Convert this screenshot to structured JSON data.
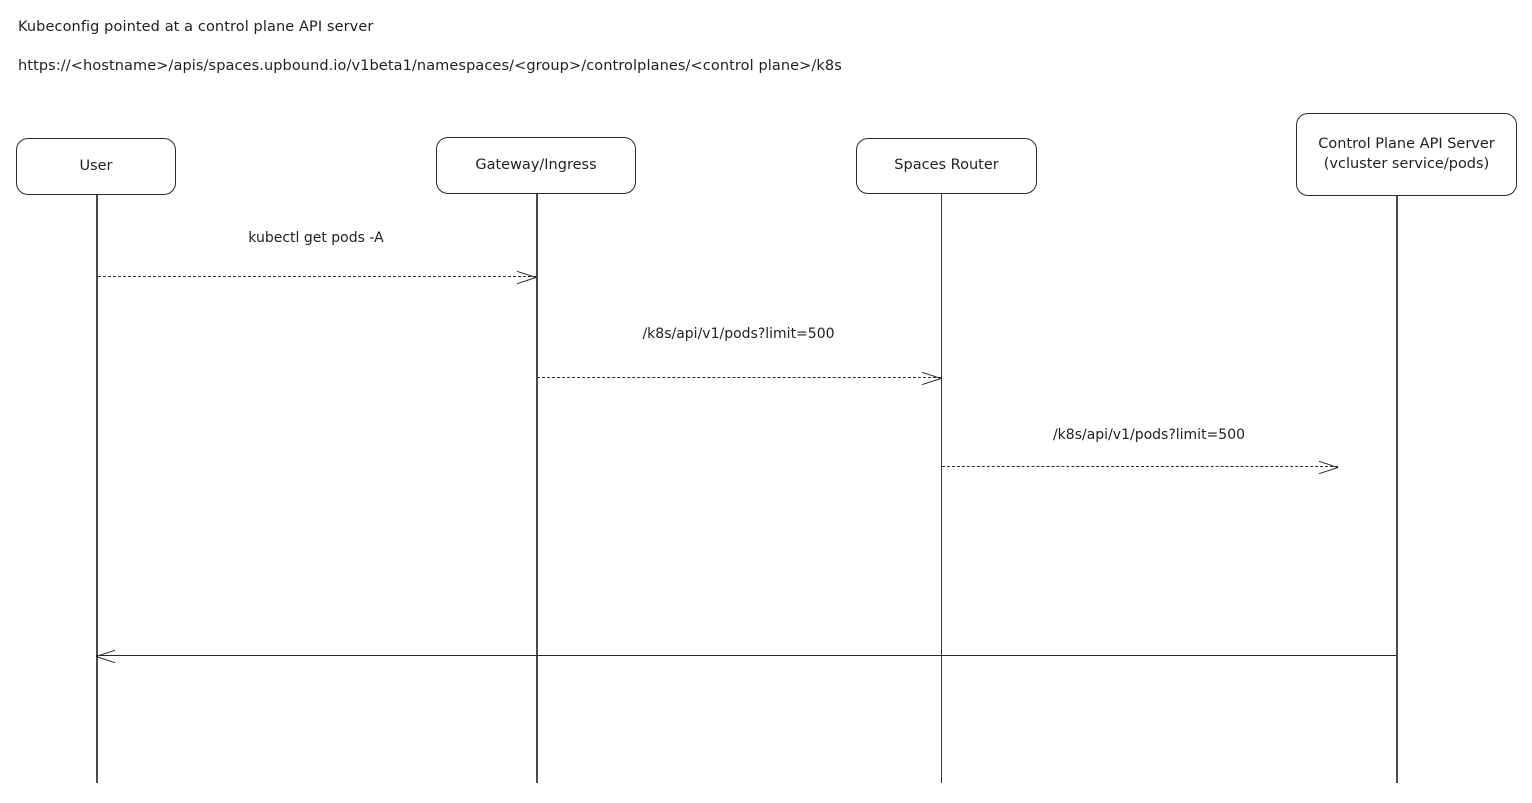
{
  "diagram": {
    "type": "sequence-diagram",
    "header": {
      "title": "Kubeconfig pointed at a control plane API server",
      "url": "https://<hostname>/apis/spaces.upbound.io/v1beta1/namespaces/<group>/controlplanes/<control plane>/k8s"
    },
    "colors": {
      "background": "#ffffff",
      "stroke": "#2b2b2b",
      "lifeline": "#3a3a3a",
      "text": "#1f1f1f"
    },
    "participants": [
      {
        "id": "user",
        "label": "User",
        "label_line2": ""
      },
      {
        "id": "gateway",
        "label": "Gateway/Ingress",
        "label_line2": ""
      },
      {
        "id": "router",
        "label": "Spaces Router",
        "label_line2": ""
      },
      {
        "id": "controlplane",
        "label": "Control Plane API Server",
        "label_line2": "(vcluster service/pods)"
      }
    ],
    "messages": [
      {
        "id": "m1",
        "label": "kubectl get pods -A",
        "from": "user",
        "to": "gateway",
        "style": "dashed",
        "direction": "right"
      },
      {
        "id": "m2",
        "label": "/k8s/api/v1/pods?limit=500",
        "from": "gateway",
        "to": "router",
        "style": "dashed",
        "direction": "right"
      },
      {
        "id": "m3",
        "label": "/k8s/api/v1/pods?limit=500",
        "from": "router",
        "to": "controlplane",
        "style": "dashed",
        "direction": "right"
      },
      {
        "id": "m4",
        "label": "",
        "from": "controlplane",
        "to": "user",
        "style": "solid",
        "direction": "left"
      }
    ]
  }
}
